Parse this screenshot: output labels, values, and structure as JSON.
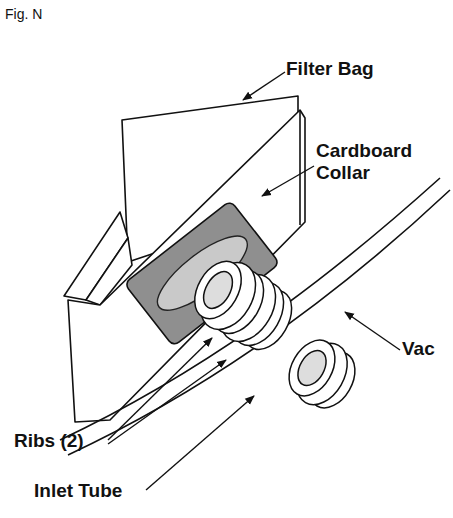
{
  "diagram": {
    "title": "Fig. N",
    "labels": [
      "Filter Bag",
      "Cardboard Collar",
      "Vac",
      "Ribs (2)",
      "Inlet Tube"
    ]
  }
}
